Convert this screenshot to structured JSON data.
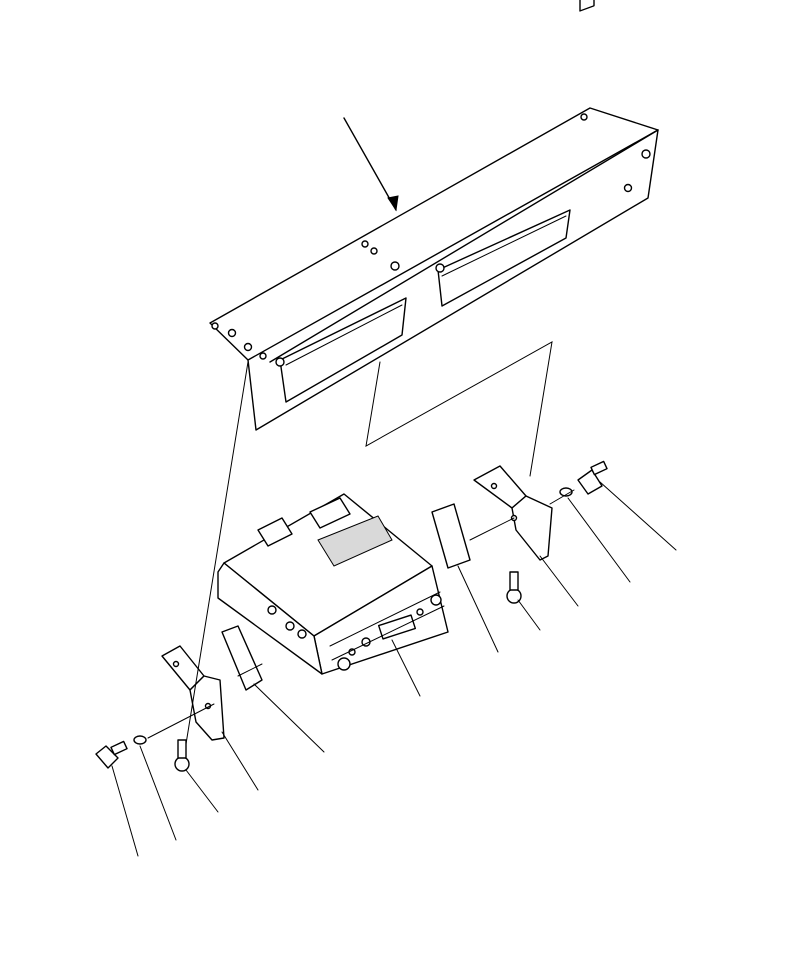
{
  "diagram": {
    "type": "exploded-parts-diagram",
    "parts": [
      {
        "id": "front-panel",
        "kind": "mounting-plate"
      },
      {
        "id": "radio-unit",
        "kind": "car-radio"
      },
      {
        "id": "bracket-left",
        "kind": "bracket"
      },
      {
        "id": "bracket-right",
        "kind": "bracket"
      },
      {
        "id": "plate-left",
        "kind": "spacer-plate"
      },
      {
        "id": "plate-right",
        "kind": "spacer-plate"
      },
      {
        "id": "bolt-left",
        "kind": "bolt"
      },
      {
        "id": "bolt-right",
        "kind": "bolt"
      },
      {
        "id": "washer-left",
        "kind": "washer"
      },
      {
        "id": "washer-right",
        "kind": "washer"
      },
      {
        "id": "screw-left",
        "kind": "screw"
      },
      {
        "id": "screw-right",
        "kind": "screw"
      }
    ],
    "leader_lines": 11,
    "line_color": "#000000",
    "background": "#ffffff"
  }
}
